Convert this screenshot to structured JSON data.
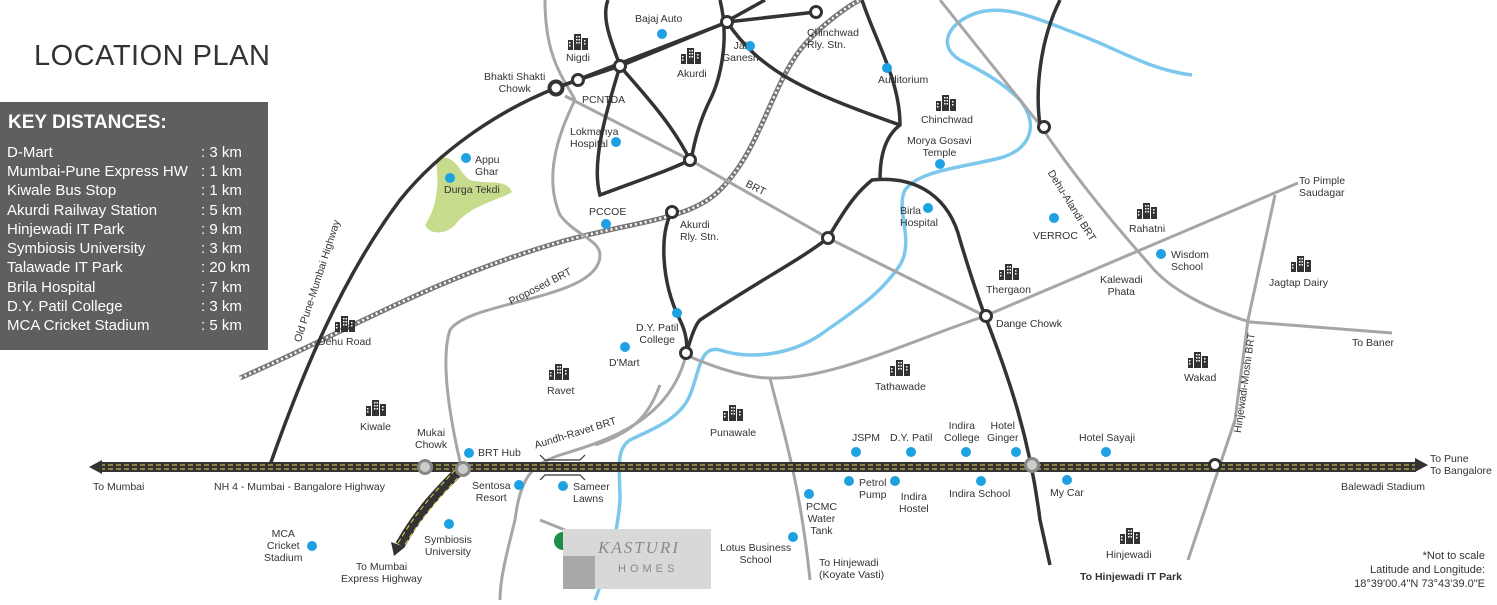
{
  "title": "LOCATION PLAN",
  "key_distances": {
    "heading": "KEY DISTANCES:",
    "rows": [
      {
        "place": "D-Mart",
        "dist": ": 3 km"
      },
      {
        "place": "Mumbai-Pune Express HW",
        "dist": ": 1 km"
      },
      {
        "place": "Kiwale Bus Stop",
        "dist": ": 1 km"
      },
      {
        "place": "Akurdi Railway Station",
        "dist": ": 5 km"
      },
      {
        "place": "Hinjewadi IT Park",
        "dist": ": 9 km"
      },
      {
        "place": "Symbiosis University",
        "dist": ": 3 km"
      },
      {
        "place": "Talawade IT Park",
        "dist": ": 20 km"
      },
      {
        "place": "Brila Hospital",
        "dist": ": 7 km"
      },
      {
        "place": "D.Y. Patil College",
        "dist": ": 3 km"
      },
      {
        "place": "MCA Cricket Stadium",
        "dist": ": 5 km"
      }
    ]
  },
  "project": {
    "name": "KASTURI",
    "sub": "HOMES"
  },
  "note": {
    "scale": "*Not to scale",
    "latlong_label": "Latitude and Longitude:",
    "latlong": "18°39'00.4\"N 73°43'39.0\"E"
  },
  "colors": {
    "road_dark": "#333333",
    "road_gray": "#a6a6a6",
    "river": "#7cc8ec",
    "marker": "#1da1e2",
    "park": "#c6dc8c",
    "panel": "#5f5f61",
    "highway_stripe": "#e8d44d"
  },
  "labels": {
    "bajaj_auto": "Bajaj Auto",
    "nigdi": "Nigdi",
    "akurdi": "Akurdi",
    "jai_ganesh": "Jai\nGanesh",
    "chinchwad_rly": "Chinchwad\nRly. Stn.",
    "bhakti_shakti": "Bhakti Shakti\nChowk",
    "pcntda": "PCNTDA",
    "auditorium": "Auditorium",
    "chinchwad": "Chinchwad",
    "lokmanya": "Lokmanya\nHospital",
    "morya": "Morya Gosavi\nTemple",
    "dehu_alandi": "Dehu-Alandi BRT",
    "appu_ghar": "Appu\nGhar",
    "durga_tekdi": "Durga Tekdi",
    "brt": "BRT",
    "pccoe": "PCCOE",
    "akurdi_rly": "Akurdi\nRly. Stn.",
    "birla": "Birla\nHospital",
    "verroc": "VERROC",
    "rahatni": "Rahatni",
    "to_pimple": "To Pimple\nSaudagar",
    "proposed_brt": "Proposed BRT",
    "old_pune": "Old Pune-Mumbai Highway",
    "wisdom": "Wisdom\nSchool",
    "kalewadi": "Kalewadi\nPhata",
    "jagtap": "Jagtap Dairy",
    "thergaon": "Thergaon",
    "dehu_road": "Dehu Road",
    "dy_patil_college": "D.Y. Patil\nCollege",
    "dange": "Dange Chowk",
    "to_baner": "To Baner",
    "dmart": "D'Mart",
    "hinjewadi_moshi": "Hinjewadi-Moshi BRT",
    "ravet": "Ravet",
    "tathawade": "Tathawade",
    "wakad": "Wakad",
    "kiwale": "Kiwale",
    "aundh_ravet": "Aundh-Ravet BRT",
    "punawale": "Punawale",
    "mukai": "Mukai\nChowk",
    "brt_hub": "BRT Hub",
    "jspm": "JSPM",
    "dy_patil": "D.Y. Patil",
    "indira_college": "Indira\nCollege",
    "hotel_ginger": "Hotel\nGinger",
    "hotel_sayaji": "Hotel Sayaji",
    "to_pune": "To Pune\nTo Bangalore",
    "to_mumbai": "To Mumbai",
    "nh4": "NH 4 - Mumbai - Bangalore Highway",
    "sentosa": "Sentosa\nResort",
    "sameer": "Sameer\nLawns",
    "petrol_pump": "Petrol\nPump",
    "indira_hostel": "Indira\nHostel",
    "indira_school": "Indira School",
    "my_car": "My Car",
    "balewadi": "Balewadi Stadium",
    "pcmc_water": "PCMC\nWater\nTank",
    "mca": "MCA\nCricket\nStadium",
    "symbiosis": "Symbiosis\nUniversity",
    "to_mumbai_exp": "To Mumbai\nExpress Highway",
    "lotus": "Lotus Business\nSchool",
    "to_hinjewadi_kv": "To Hinjewadi\n(Koyate Vasti)",
    "hinjewadi": "Hinjewadi",
    "to_hinjewadi_it": "To Hinjewadi IT Park"
  }
}
